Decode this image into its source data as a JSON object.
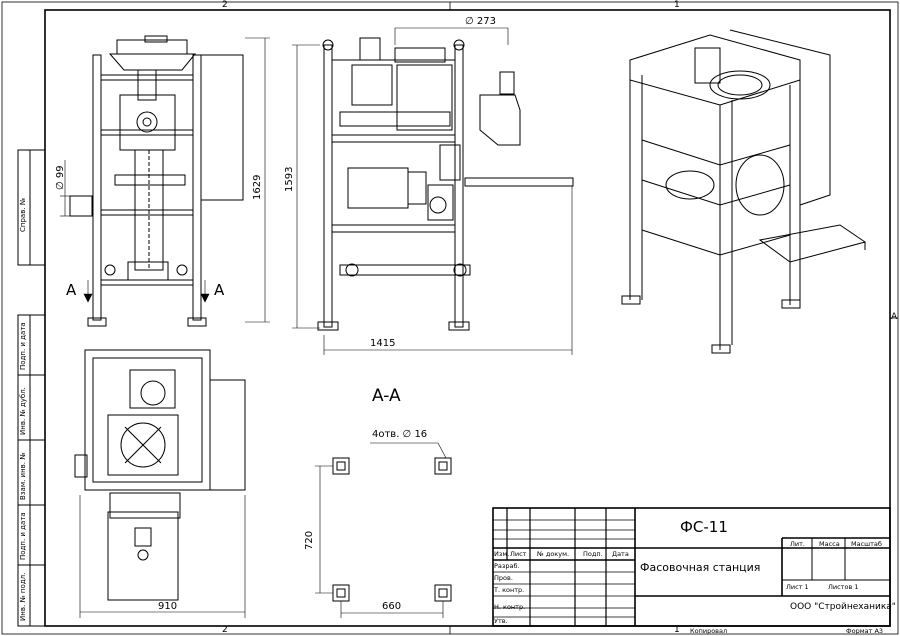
{
  "frame": {
    "zone_top_left": "2",
    "zone_top_right": "1",
    "zone_bottom_left": "2",
    "zone_bottom_right": "1",
    "zone_right": "A"
  },
  "side_stamps": [
    "Справ. №",
    "Подп. и дата",
    "Инв. № дубл.",
    "Взам. инв. №",
    "Подп. и дата",
    "Инв. № подл."
  ],
  "dimensions": {
    "diameter_99": "∅ 99",
    "height_1629": "1629",
    "height_1593": "1593",
    "diameter_273": "∅ 273",
    "width_1415": "1415",
    "width_910": "910",
    "mount_holes": "4отв. ∅ 16",
    "span_720": "720",
    "span_660": "660"
  },
  "section": {
    "arrow_left": "A",
    "arrow_right": "A",
    "title": "A-A"
  },
  "title_block": {
    "designation": "ФС-11",
    "name": "Фасовочная станция",
    "organization": "ООО \"Стройнеханика\"",
    "col_izm": "Изм.",
    "col_list": "Лист",
    "col_doc": "№ докум.",
    "col_podp": "Подп.",
    "col_date": "Дата",
    "row_razrab": "Разраб.",
    "row_prov": "Пров.",
    "row_tkontr": "Т. контр.",
    "row_nkontr": "Н. контр.",
    "row_utv": "Утв.",
    "hdr_lit": "Лит.",
    "hdr_massa": "Масса",
    "hdr_masshtab": "Масштаб",
    "sheet": "Лист 1",
    "sheets": "Листов 1",
    "copied": "Копировал",
    "format": "Формат А3"
  }
}
